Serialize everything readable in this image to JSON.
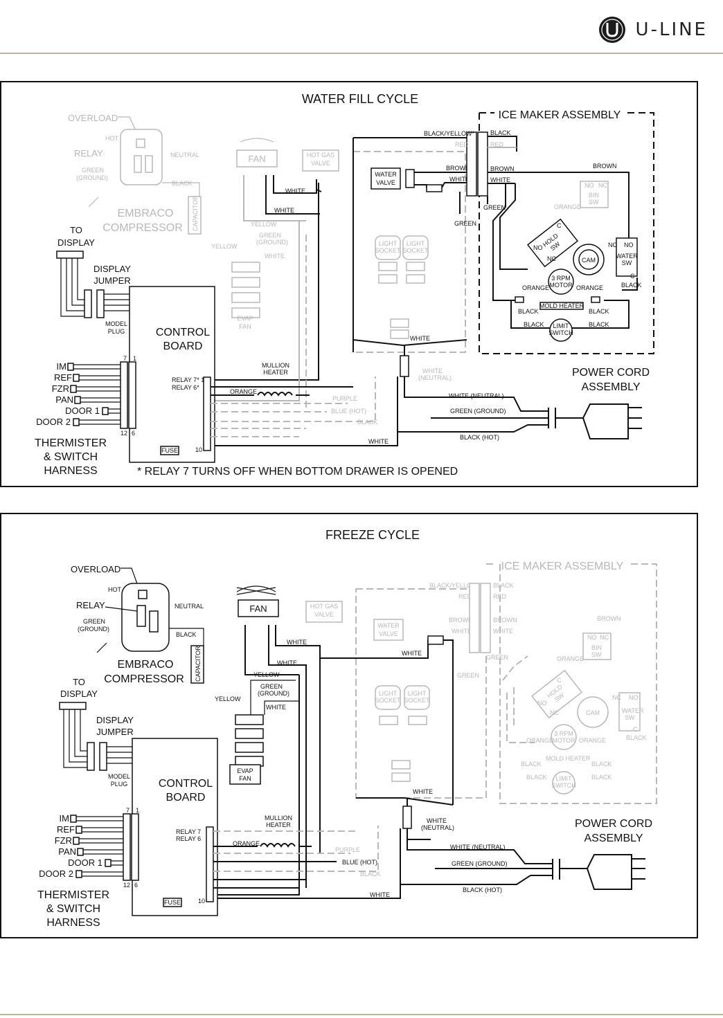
{
  "brand": {
    "logo_text": "U-LINE",
    "color_rule": "#b9b49c"
  },
  "water_fill": {
    "title": "WATER FILL CYCLE",
    "ice_maker": "ICE MAKER ASSEMBLY",
    "overload": "OVERLOAD",
    "hot": "HOT",
    "relay": "RELAY",
    "neutral": "NEUTRAL",
    "green": "GREEN",
    "ground": "(GROUND)",
    "black": "BLACK",
    "embraco": "EMBRACO",
    "compressor": "COMPRESSOR",
    "capacitor": "CAPACITOR",
    "fan": "FAN",
    "hot_gas": "HOT GAS",
    "valve": "VALVE",
    "white": "WHITE",
    "yellow": "YELLOW",
    "evap": "EVAP",
    "evap_fan": "FAN",
    "water": "WATER",
    "water_valve": "VALVE",
    "black_yellow": "BLACK/YELLOW*",
    "red": "RED",
    "brown": "BROWN",
    "light": "LIGHT",
    "socket": "SOCKET",
    "to": "TO",
    "display": "DISPLAY",
    "display_label": "DISPLAY",
    "jumper": "JUMPER",
    "model": "MODEL",
    "plug": "PLUG",
    "control": "CONTROL",
    "board": "BOARD",
    "im": "IM",
    "ref": "REF",
    "fzr": "FZR",
    "pan": "PAN",
    "door1": "DOOR 1",
    "door2": "DOOR 2",
    "pin7": "7",
    "pin1": "1",
    "pin12": "12",
    "pin6": "6",
    "pin10": "10",
    "relay7": "RELAY 7* 1",
    "relay6": "RELAY 6*",
    "fuse": "FUSE",
    "mullion": "MULLION",
    "heater": "HEATER",
    "orange": "ORANGE",
    "purple": "PURPLE",
    "blue_hot": "BLUE (HOT)",
    "white_neutral_paren": "(NEUTRAL)",
    "power_cord": "POWER CORD",
    "assembly": "ASSEMBLY",
    "white_neutral": "WHITE (NEUTRAL)",
    "green_ground": "GREEN (GROUND)",
    "black_hot": "BLACK (HOT)",
    "thermister": "THERMISTER",
    "switch": "& SWITCH",
    "harness": "HARNESS",
    "note": "* RELAY 7 TURNS OFF WHEN BOTTOM DRAWER IS OPENED",
    "no": "NO",
    "nc": "NC",
    "c": "C",
    "hold": "HOLD",
    "sw": "SW",
    "bin": "BIN",
    "cam": "CAM",
    "rpm": "3 RPM",
    "motor": "MOTOR",
    "mold_heater": "MOLD HEATER",
    "limit": "LIMIT",
    "limit_switch": "SWITCH"
  },
  "freeze": {
    "title": "FREEZE CYCLE",
    "ice_maker": "ICE MAKER ASSEMBLY",
    "overload": "OVERLOAD",
    "hot": "HOT",
    "relay": "RELAY",
    "neutral": "NEUTRAL",
    "green": "GREEN",
    "ground": "(GROUND)",
    "black": "BLACK",
    "embraco": "EMBRACO",
    "compressor": "COMPRESSOR",
    "capacitor": "CAPACITOR",
    "fan": "FAN",
    "hot_gas": "HOT GAS",
    "valve": "VALVE",
    "white": "WHITE",
    "yellow": "YELLOW",
    "evap": "EVAP",
    "evap_fan": "FAN",
    "water": "WATER",
    "water_valve": "VALVE",
    "black_yellow": "BLACK/YELLOW",
    "red": "RED",
    "brown": "BROWN",
    "light": "LIGHT",
    "socket": "SOCKET",
    "to": "TO",
    "display": "DISPLAY",
    "display_label": "DISPLAY",
    "jumper": "JUMPER",
    "model": "MODEL",
    "plug": "PLUG",
    "control": "CONTROL",
    "board": "BOARD",
    "im": "IM",
    "ref": "REF",
    "fzr": "FZR",
    "pan": "PAN",
    "door1": "DOOR 1",
    "door2": "DOOR 2",
    "pin7": "7",
    "pin1": "1",
    "pin12": "12",
    "pin6": "6",
    "pin10": "10",
    "relay7": "RELAY 7",
    "relay6": "RELAY 6",
    "fuse": "FUSE",
    "mullion": "MULLION",
    "heater": "HEATER",
    "orange": "ORANGE",
    "purple": "PURPLE",
    "blue_hot": "BLUE (HOT)",
    "white_neutral_paren": "(NEUTRAL)",
    "power_cord": "POWER CORD",
    "assembly": "ASSEMBLY",
    "white_neutral": "WHITE (NEUTRAL)",
    "green_ground": "GREEN (GROUND)",
    "black_hot": "BLACK (HOT)",
    "thermister": "THERMISTER",
    "switch": "& SWITCH",
    "harness": "HARNESS",
    "no": "NO",
    "nc": "NC",
    "c": "C",
    "hold": "HOLD",
    "sw": "SW",
    "bin": "BIN",
    "cam": "CAM",
    "rpm": "3 RPM",
    "motor": "MOTOR",
    "mold_heater": "MOLD HEATER",
    "limit": "LIMIT",
    "limit_switch": "SWITCH"
  }
}
